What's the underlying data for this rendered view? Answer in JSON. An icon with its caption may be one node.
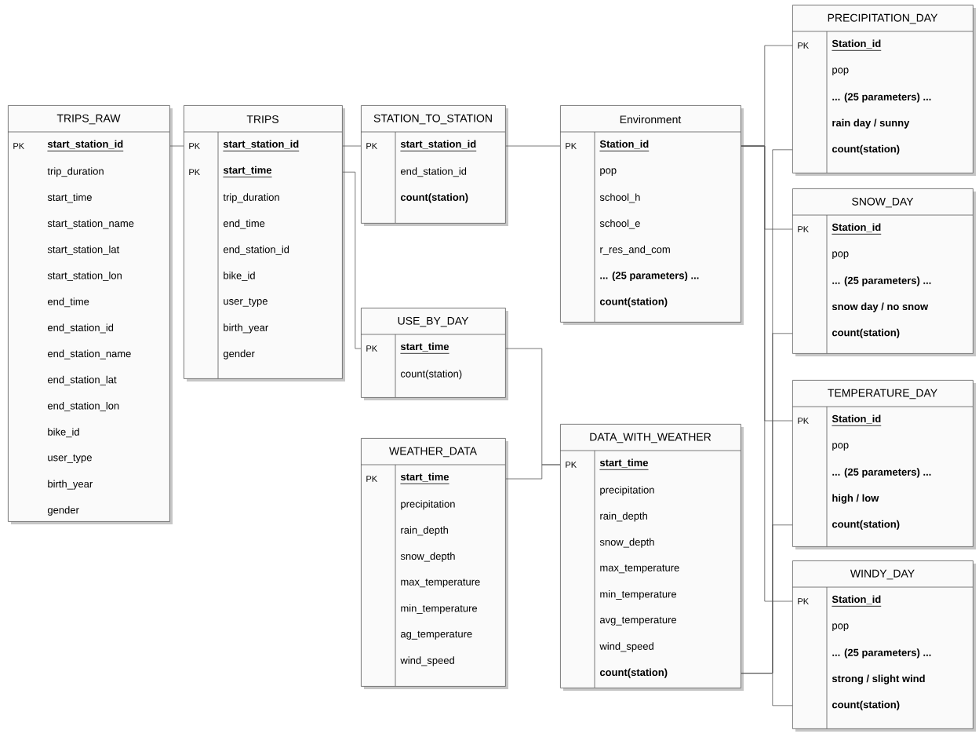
{
  "diagram": {
    "nodes": [
      {
        "text": [
          "TRIPS_RAW",
          "PK",
          "start_station_id",
          "trip_duration",
          "start_time",
          "start_station_name",
          "start_station_lat",
          "start_station_lon",
          "end_time",
          "end_station_id",
          "end_station_name",
          "end_station_lat",
          "end_station_lon",
          "bike_id",
          "user_type",
          "birth_year",
          "gender"
        ]
      },
      {
        "text": [
          "TRIPS",
          "PK",
          "start_station_id",
          "PK",
          "start_time",
          "trip_duration",
          "end_time",
          "end_station_id",
          "bike_id",
          "user_type",
          "birth_year",
          "gender"
        ]
      },
      {
        "text": [
          "STATION_TO_STATION",
          "PK",
          "start_station_id",
          "end_station_id",
          "count(station)"
        ]
      },
      {
        "text": [
          "USE_BY_DAY",
          "PK",
          "start_time",
          "count(station)"
        ]
      },
      {
        "text": [
          "WEATHER_DATA",
          "PK",
          "start_time",
          "precipitation",
          "rain_depth",
          "snow_depth",
          "max_temperature",
          "min_temperature",
          "ag_temperature",
          "wind_speed"
        ]
      },
      {
        "text": [
          "Environment",
          "PK",
          "Station_id",
          "pop",
          "school_h",
          "school_e",
          "r_res_and_com",
          "... (25 parameters) ...",
          "count(station)"
        ]
      },
      {
        "text": [
          "DATA_WITH_WEATHER",
          "PK",
          "start_time",
          "precipitation",
          "rain_depth",
          "snow_depth",
          "max_temperature",
          "min_temperature",
          "avg_temperature",
          "wind_speed",
          "count(station)"
        ]
      },
      {
        "text": [
          "PRECIPITATION_DAY",
          "PK",
          "Station_id",
          "pop",
          "... (25 parameters) ...",
          "rain day / sunny",
          "count(station)"
        ]
      },
      {
        "text": [
          "SNOW_DAY",
          "PK",
          "Station_id",
          "pop",
          "... (25 parameters) ...",
          "snow day / no snow",
          "count(station)"
        ]
      },
      {
        "text": [
          "TEMPERATURE_DAY",
          "PK",
          "Station_id",
          "pop",
          "... (25 parameters) ...",
          "high / low",
          "count(station)"
        ]
      },
      {
        "text": [
          "WINDY_DAY",
          "PK",
          "Station_id",
          "pop",
          "... (25 parameters) ...",
          "strong / slight wind",
          "count(station)"
        ]
      }
    ],
    "edges": [
      {
        "from": 0,
        "to": 1,
        "arrow": "none"
      },
      {
        "from": 1,
        "to": 2,
        "arrow": "none"
      },
      {
        "from": 1,
        "to": 3,
        "arrow": "none"
      },
      {
        "from": 2,
        "to": 5,
        "arrow": "none"
      },
      {
        "from": 3,
        "to": 6,
        "arrow": "none"
      },
      {
        "from": 4,
        "to": 6,
        "arrow": "none"
      },
      {
        "from": 5,
        "to": 7,
        "arrow": "none"
      },
      {
        "from": 5,
        "to": 8,
        "arrow": "none"
      },
      {
        "from": 5,
        "to": 9,
        "arrow": "none"
      },
      {
        "from": 5,
        "to": 10,
        "arrow": "none"
      },
      {
        "from": 6,
        "to": 7,
        "arrow": "none"
      },
      {
        "from": 6,
        "to": 8,
        "arrow": "none"
      },
      {
        "from": 6,
        "to": 9,
        "arrow": "none"
      },
      {
        "from": 6,
        "to": 10,
        "arrow": "none"
      }
    ]
  }
}
